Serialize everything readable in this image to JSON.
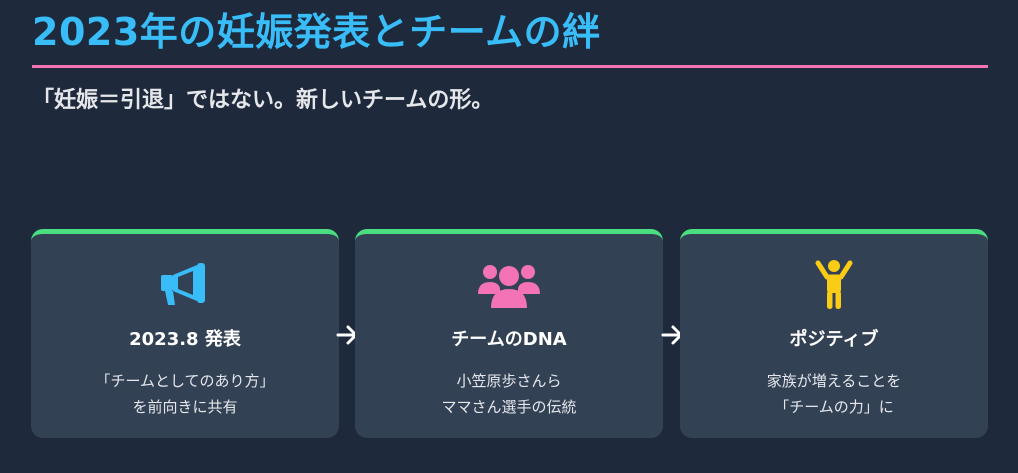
{
  "header": {
    "title": "2023年の妊娠発表とチームの絆",
    "subtitle": "「妊娠＝引退」ではない。新しいチームの形。"
  },
  "cards": [
    {
      "icon": "megaphone-icon",
      "title": "2023.8 発表",
      "desc_line1": "「チームとしてのあり方」",
      "desc_line2": "を前向きに共有"
    },
    {
      "icon": "users-icon",
      "title": "チームのDNA",
      "desc_line1": "小笠原歩さんら",
      "desc_line2": "ママさん選手の伝統"
    },
    {
      "icon": "person-celebrating-icon",
      "title": "ポジティブ",
      "desc_line1": "家族が増えることを",
      "desc_line2": "「チームの力」に"
    }
  ],
  "colors": {
    "background": "#1e293b",
    "card": "#334155",
    "title": "#38bdf8",
    "rule": "#f472b6",
    "card_top": "#4ade80",
    "icon_blue": "#38bdf8",
    "icon_pink": "#f472b6",
    "icon_yellow": "#facc15"
  }
}
